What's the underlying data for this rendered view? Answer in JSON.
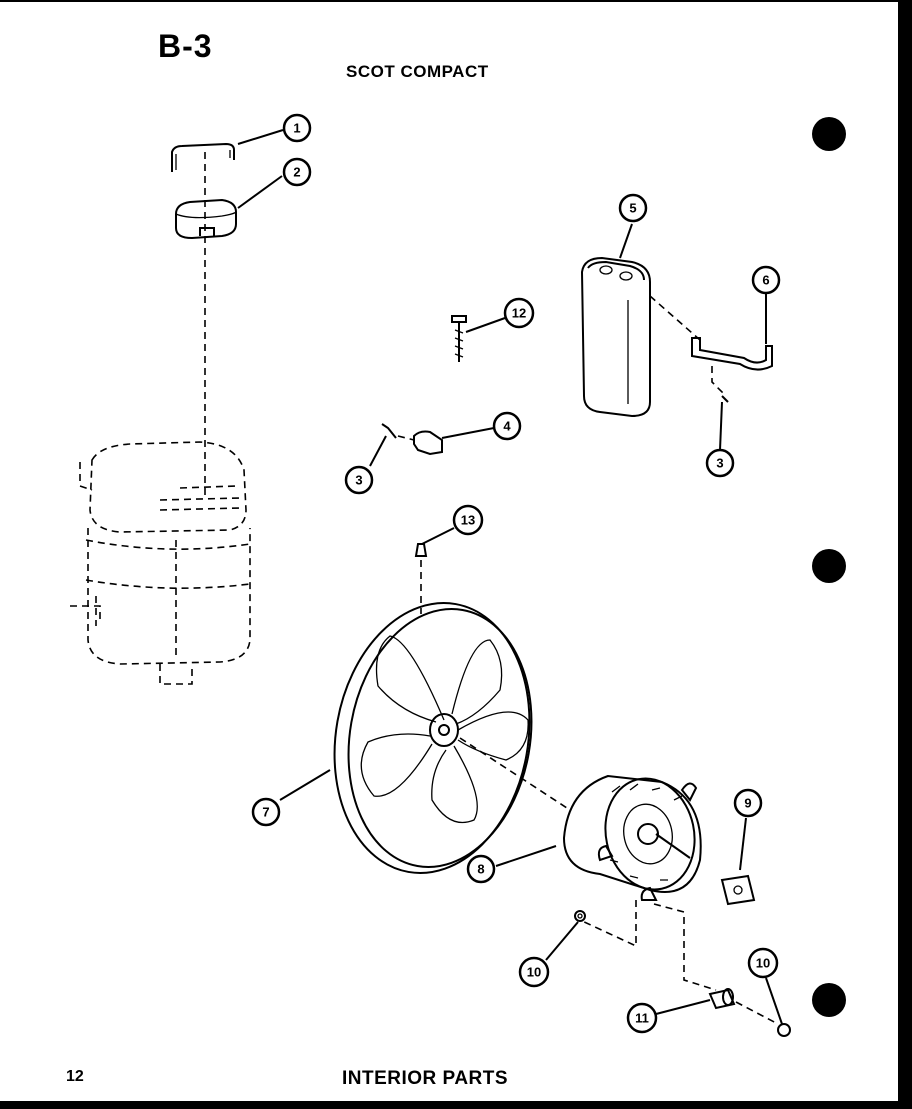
{
  "header": {
    "section_id": "B-3",
    "model_title": "SCOT COMPACT"
  },
  "footer": {
    "page_number": "12",
    "title": "INTERIOR PARTS"
  },
  "callouts": [
    {
      "label": "1"
    },
    {
      "label": "2"
    },
    {
      "label": "3"
    },
    {
      "label": "3"
    },
    {
      "label": "4"
    },
    {
      "label": "5"
    },
    {
      "label": "6"
    },
    {
      "label": "7"
    },
    {
      "label": "8"
    },
    {
      "label": "9"
    },
    {
      "label": "10"
    },
    {
      "label": "10"
    },
    {
      "label": "11"
    },
    {
      "label": "12"
    },
    {
      "label": "13"
    }
  ],
  "colors": {
    "ink": "#000000",
    "paper": "#ffffff"
  }
}
